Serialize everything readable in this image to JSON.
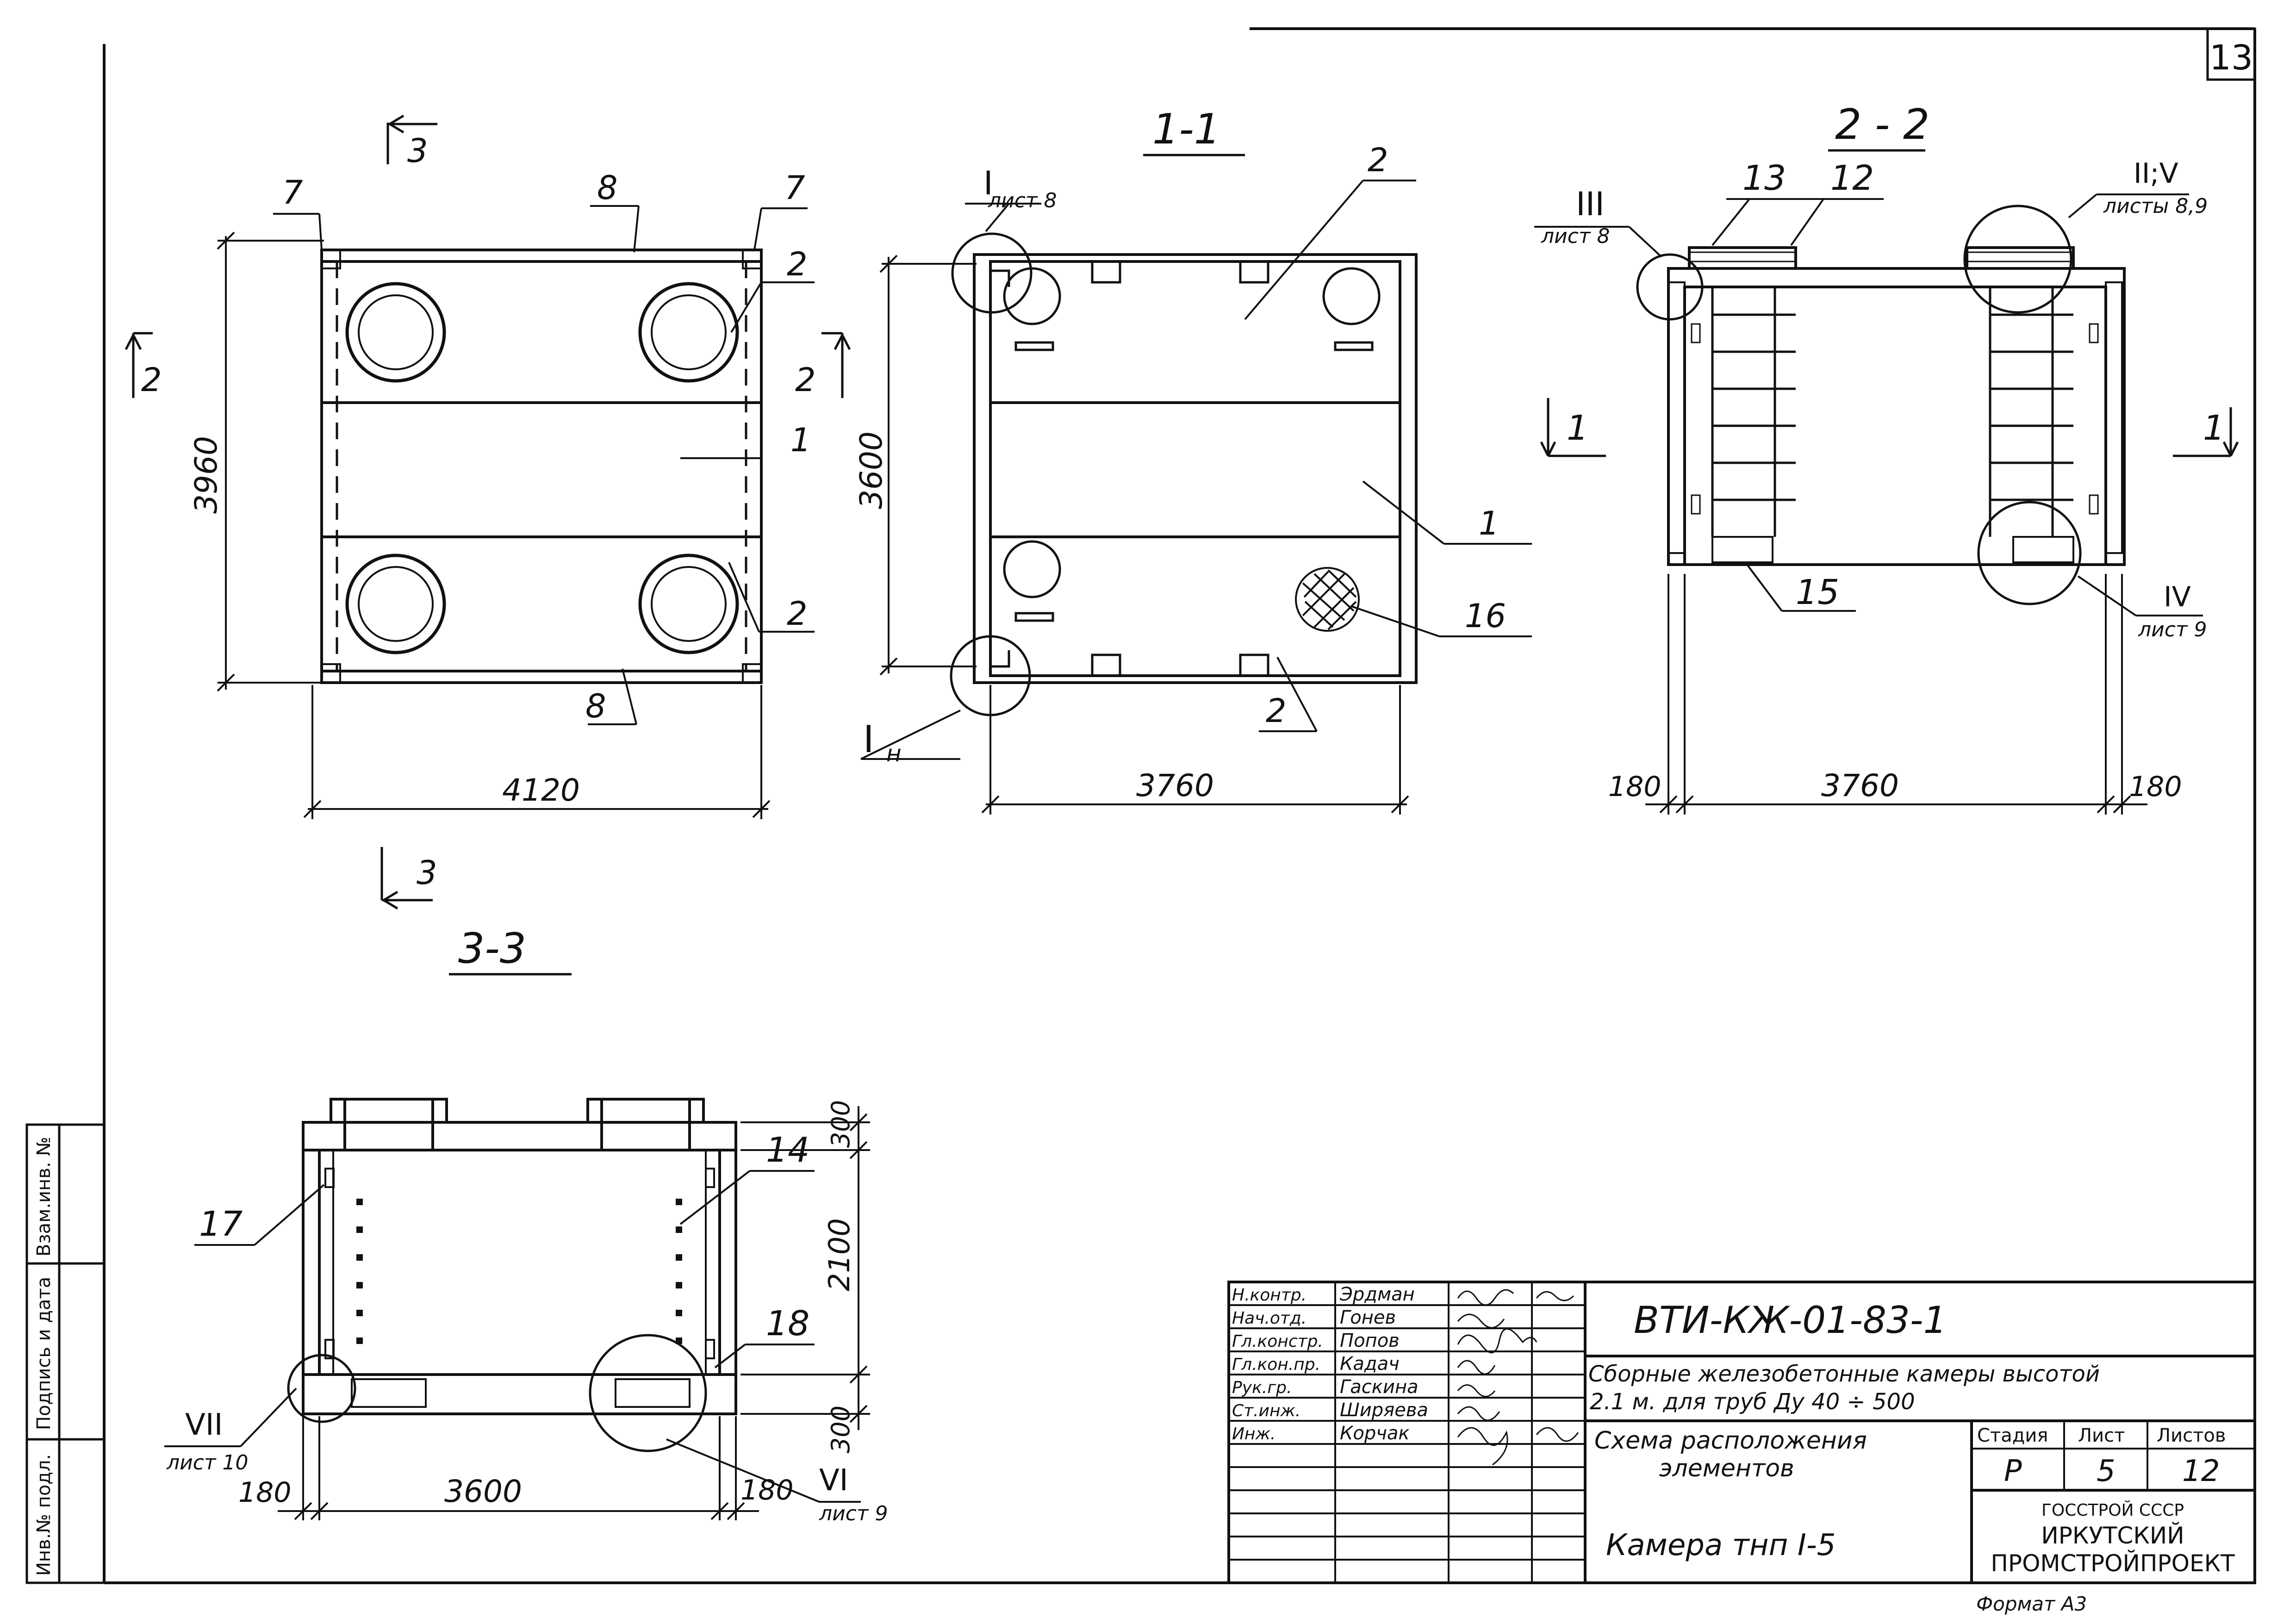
{
  "sheet_number": "13",
  "sections": {
    "s11": "1-1",
    "s22": "2 - 2",
    "s33": "3-3",
    "cut3_top": "3",
    "cut3_bottom": "3",
    "cut2_left": "2",
    "cut2_right": "2",
    "cut1_left": "1",
    "cut1_right": "1"
  },
  "plan": {
    "dim_height": "3960",
    "dim_width": "4120",
    "pos7_left": "7",
    "pos7_right": "7",
    "pos8_top": "8",
    "pos8_bottom": "8",
    "pos2_top": "2",
    "pos2_bottom": "2",
    "pos1": "1"
  },
  "view11": {
    "dim_height": "3600",
    "dim_width": "3760",
    "pos2_top": "2",
    "pos1": "1",
    "pos16": "16",
    "pos2_bottom": "2",
    "detail_I": "I",
    "detail_I_sheet": "лист 8",
    "detail_In": "I",
    "detail_In_sub": "н"
  },
  "view22": {
    "dim_left": "180",
    "dim_mid": "3760",
    "dim_right": "180",
    "pos13": "13",
    "pos12": "12",
    "pos15": "15",
    "detail_III": "III",
    "detail_III_sheet": "лист 8",
    "detail_IIV": "II;V",
    "detail_IIV_sheet": "листы 8,9",
    "detail_IV": "IV",
    "detail_IV_sheet": "лист 9"
  },
  "view33": {
    "dim_300_top": "300",
    "dim_2100": "2100",
    "dim_300_bottom": "300",
    "dim_left": "180",
    "dim_mid": "3600",
    "dim_right": "180",
    "pos17": "17",
    "pos14": "14",
    "pos18": "18",
    "detail_VII": "VII",
    "detail_VII_sheet": "лист 10",
    "detail_VI": "VI",
    "detail_VI_sheet": "лист 9"
  },
  "left_strip": {
    "inv_podl": "Инв.№ подл.",
    "podpis_data": "Подпись и дата",
    "vzam_inv": "Взам.инв. №"
  },
  "title_block": {
    "doc_code": "ВТИ-КЖ-01-83-1",
    "title_line1": "Сборные железобетонные камеры высотой",
    "title_line2": "2.1 м. для труб Ду 40 ÷ 500",
    "sheet_title_line1": "Схема расположения",
    "sheet_title_line2": "элементов",
    "object_name": "Камера тнп I-5",
    "stage_label": "Стадия",
    "sheet_label": "Лист",
    "sheets_label": "Листов",
    "stage_value": "Р",
    "sheet_value": "5",
    "sheets_value": "12",
    "org_line1": "ГОССТРОЙ СССР",
    "org_line2": "ИРКУТСКИЙ",
    "org_line3": "ПРОМСТРОЙПРОЕКТ",
    "format": "Формат А3",
    "roles": [
      {
        "role": "Н.контр.",
        "name": "Эрдман"
      },
      {
        "role": "Нач.отд.",
        "name": "Гонев"
      },
      {
        "role": "Гл.констр.",
        "name": "Попов"
      },
      {
        "role": "Гл.кон.пр.",
        "name": "Кадач"
      },
      {
        "role": "Рук.гр.",
        "name": "Гаскина"
      },
      {
        "role": "Ст.инж.",
        "name": "Ширяева"
      },
      {
        "role": "Инж.",
        "name": "Корчак"
      }
    ]
  }
}
